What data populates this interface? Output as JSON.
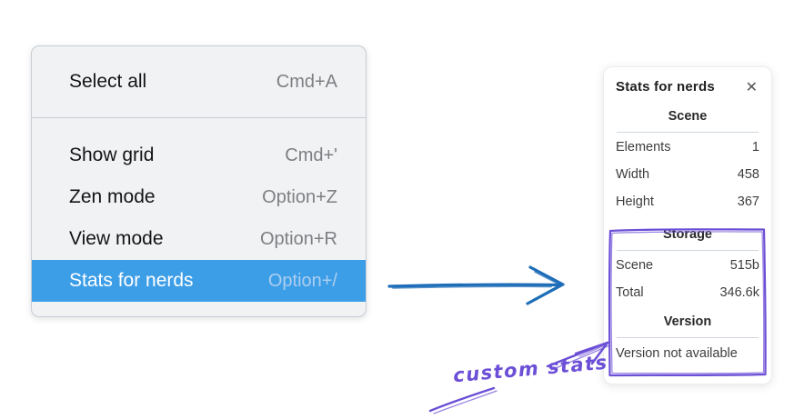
{
  "colors": {
    "menu-bg": "#f1f2f4",
    "menu-border": "#c7cdd4",
    "menu-text": "#141414",
    "menu-shortcut": "#7d7f82",
    "highlight-bg": "#3d9ee8",
    "highlight-text": "#ffffff",
    "highlight-shortcut": "#abceee",
    "panel-bg": "#ffffff",
    "panel-text": "#3d3d3d",
    "panel-header": "#2a2a2a",
    "panel-divider": "#cfd6dc",
    "arrow-blue": "#1e6db8",
    "annotation-purple": "#6c4fd6"
  },
  "menu": {
    "items": [
      {
        "label": "Select all",
        "shortcut": "Cmd+A"
      },
      {
        "label": "Show grid",
        "shortcut": "Cmd+'"
      },
      {
        "label": "Zen mode",
        "shortcut": "Option+Z"
      },
      {
        "label": "View mode",
        "shortcut": "Option+R"
      },
      {
        "label": "Stats for nerds",
        "shortcut": "Option+/"
      }
    ],
    "highlighted_item": "Stats for nerds"
  },
  "panel": {
    "title": "Stats for nerds",
    "close_icon": "✕",
    "sections": [
      {
        "header": "Scene",
        "rows": [
          {
            "label": "Elements",
            "value": "1"
          },
          {
            "label": "Width",
            "value": "458"
          },
          {
            "label": "Height",
            "value": "367"
          }
        ]
      },
      {
        "header": "Storage",
        "rows": [
          {
            "label": "Scene",
            "value": "515b"
          },
          {
            "label": "Total",
            "value": "346.6k"
          }
        ]
      },
      {
        "header": "Version",
        "note": "Version not available"
      }
    ]
  },
  "annotation": {
    "label": "custom stats"
  }
}
